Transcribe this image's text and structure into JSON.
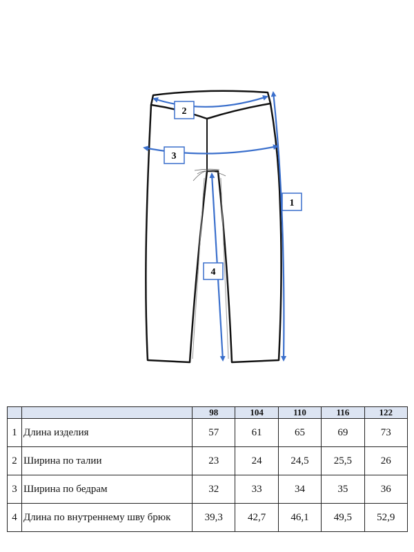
{
  "diagram": {
    "labels": [
      "1",
      "2",
      "3",
      "4"
    ],
    "arrow_color": "#3a6fcc"
  },
  "table": {
    "sizes": [
      "98",
      "104",
      "110",
      "116",
      "122"
    ],
    "rows": [
      {
        "num": "1",
        "name": "Длина изделия",
        "values": [
          "57",
          "61",
          "65",
          "69",
          "73"
        ]
      },
      {
        "num": "2",
        "name": "Ширина по талии",
        "values": [
          "23",
          "24",
          "24,5",
          "25,5",
          "26"
        ]
      },
      {
        "num": "3",
        "name": "Ширина по бедрам",
        "values": [
          "32",
          "33",
          "34",
          "35",
          "36"
        ]
      },
      {
        "num": "4",
        "name": "Длина по внутреннему шву брюк",
        "values": [
          "39,3",
          "42,7",
          "46,1",
          "49,5",
          "52,9"
        ]
      }
    ]
  }
}
